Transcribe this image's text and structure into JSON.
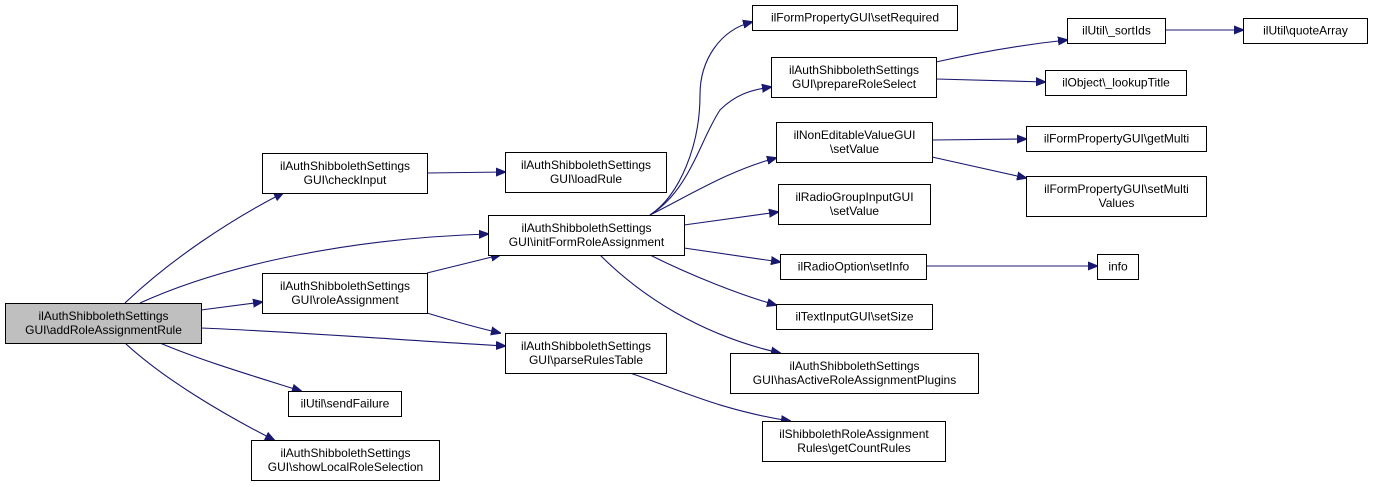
{
  "diagram": {
    "type": "call-graph",
    "colors": {
      "edge": "#191970",
      "root_fill": "#bfbfbf",
      "node_fill": "#ffffff",
      "node_border": "#000000"
    },
    "nodes": [
      {
        "id": "n0",
        "lines": [
          "ilAuthShibbolethSettings",
          "GUI\\addRoleAssignmentRule"
        ],
        "root": true
      },
      {
        "id": "n1",
        "lines": [
          "ilAuthShibbolethSettings",
          "GUI\\checkInput"
        ]
      },
      {
        "id": "n2",
        "lines": [
          "ilAuthShibbolethSettings",
          "GUI\\initFormRoleAssignment"
        ]
      },
      {
        "id": "n3",
        "lines": [
          "ilAuthShibbolethSettings",
          "GUI\\roleAssignment"
        ]
      },
      {
        "id": "n4",
        "lines": [
          "ilAuthShibbolethSettings",
          "GUI\\parseRulesTable"
        ]
      },
      {
        "id": "n5",
        "lines": [
          "ilUtil\\sendFailure"
        ]
      },
      {
        "id": "n6",
        "lines": [
          "ilAuthShibbolethSettings",
          "GUI\\showLocalRoleSelection"
        ]
      },
      {
        "id": "n7",
        "lines": [
          "ilAuthShibbolethSettings",
          "GUI\\loadRule"
        ]
      },
      {
        "id": "n8",
        "lines": [
          "ilFormPropertyGUI\\setRequired"
        ]
      },
      {
        "id": "n9",
        "lines": [
          "ilAuthShibbolethSettings",
          "GUI\\prepareRoleSelect"
        ]
      },
      {
        "id": "n10",
        "lines": [
          "ilNonEditableValueGUI",
          "\\setValue"
        ]
      },
      {
        "id": "n11",
        "lines": [
          "ilRadioGroupInputGUI",
          "\\setValue"
        ]
      },
      {
        "id": "n12",
        "lines": [
          "ilRadioOption\\setInfo"
        ]
      },
      {
        "id": "n13",
        "lines": [
          "ilTextInputGUI\\setSize"
        ]
      },
      {
        "id": "n14",
        "lines": [
          "ilAuthShibbolethSettings",
          "GUI\\hasActiveRoleAssignmentPlugins"
        ]
      },
      {
        "id": "n15",
        "lines": [
          "ilShibbolethRoleAssignment",
          "Rules\\getCountRules"
        ]
      },
      {
        "id": "n16",
        "lines": [
          "ilUtil\\_sortIds"
        ]
      },
      {
        "id": "n17",
        "lines": [
          "ilUtil\\quoteArray"
        ]
      },
      {
        "id": "n18",
        "lines": [
          "ilObject\\_lookupTitle"
        ]
      },
      {
        "id": "n19",
        "lines": [
          "ilFormPropertyGUI\\getMulti"
        ]
      },
      {
        "id": "n20",
        "lines": [
          "ilFormPropertyGUI\\setMulti",
          "Values"
        ]
      },
      {
        "id": "n21",
        "lines": [
          "info"
        ]
      }
    ],
    "edges": [
      [
        "n0",
        "n1"
      ],
      [
        "n0",
        "n2"
      ],
      [
        "n0",
        "n3"
      ],
      [
        "n0",
        "n4"
      ],
      [
        "n0",
        "n5"
      ],
      [
        "n0",
        "n6"
      ],
      [
        "n1",
        "n7"
      ],
      [
        "n3",
        "n2"
      ],
      [
        "n3",
        "n4"
      ],
      [
        "n2",
        "n8"
      ],
      [
        "n2",
        "n9"
      ],
      [
        "n2",
        "n10"
      ],
      [
        "n2",
        "n11"
      ],
      [
        "n2",
        "n12"
      ],
      [
        "n2",
        "n13"
      ],
      [
        "n2",
        "n14"
      ],
      [
        "n4",
        "n15"
      ],
      [
        "n9",
        "n16"
      ],
      [
        "n9",
        "n18"
      ],
      [
        "n16",
        "n17"
      ],
      [
        "n10",
        "n19"
      ],
      [
        "n10",
        "n20"
      ],
      [
        "n12",
        "n21"
      ]
    ]
  }
}
